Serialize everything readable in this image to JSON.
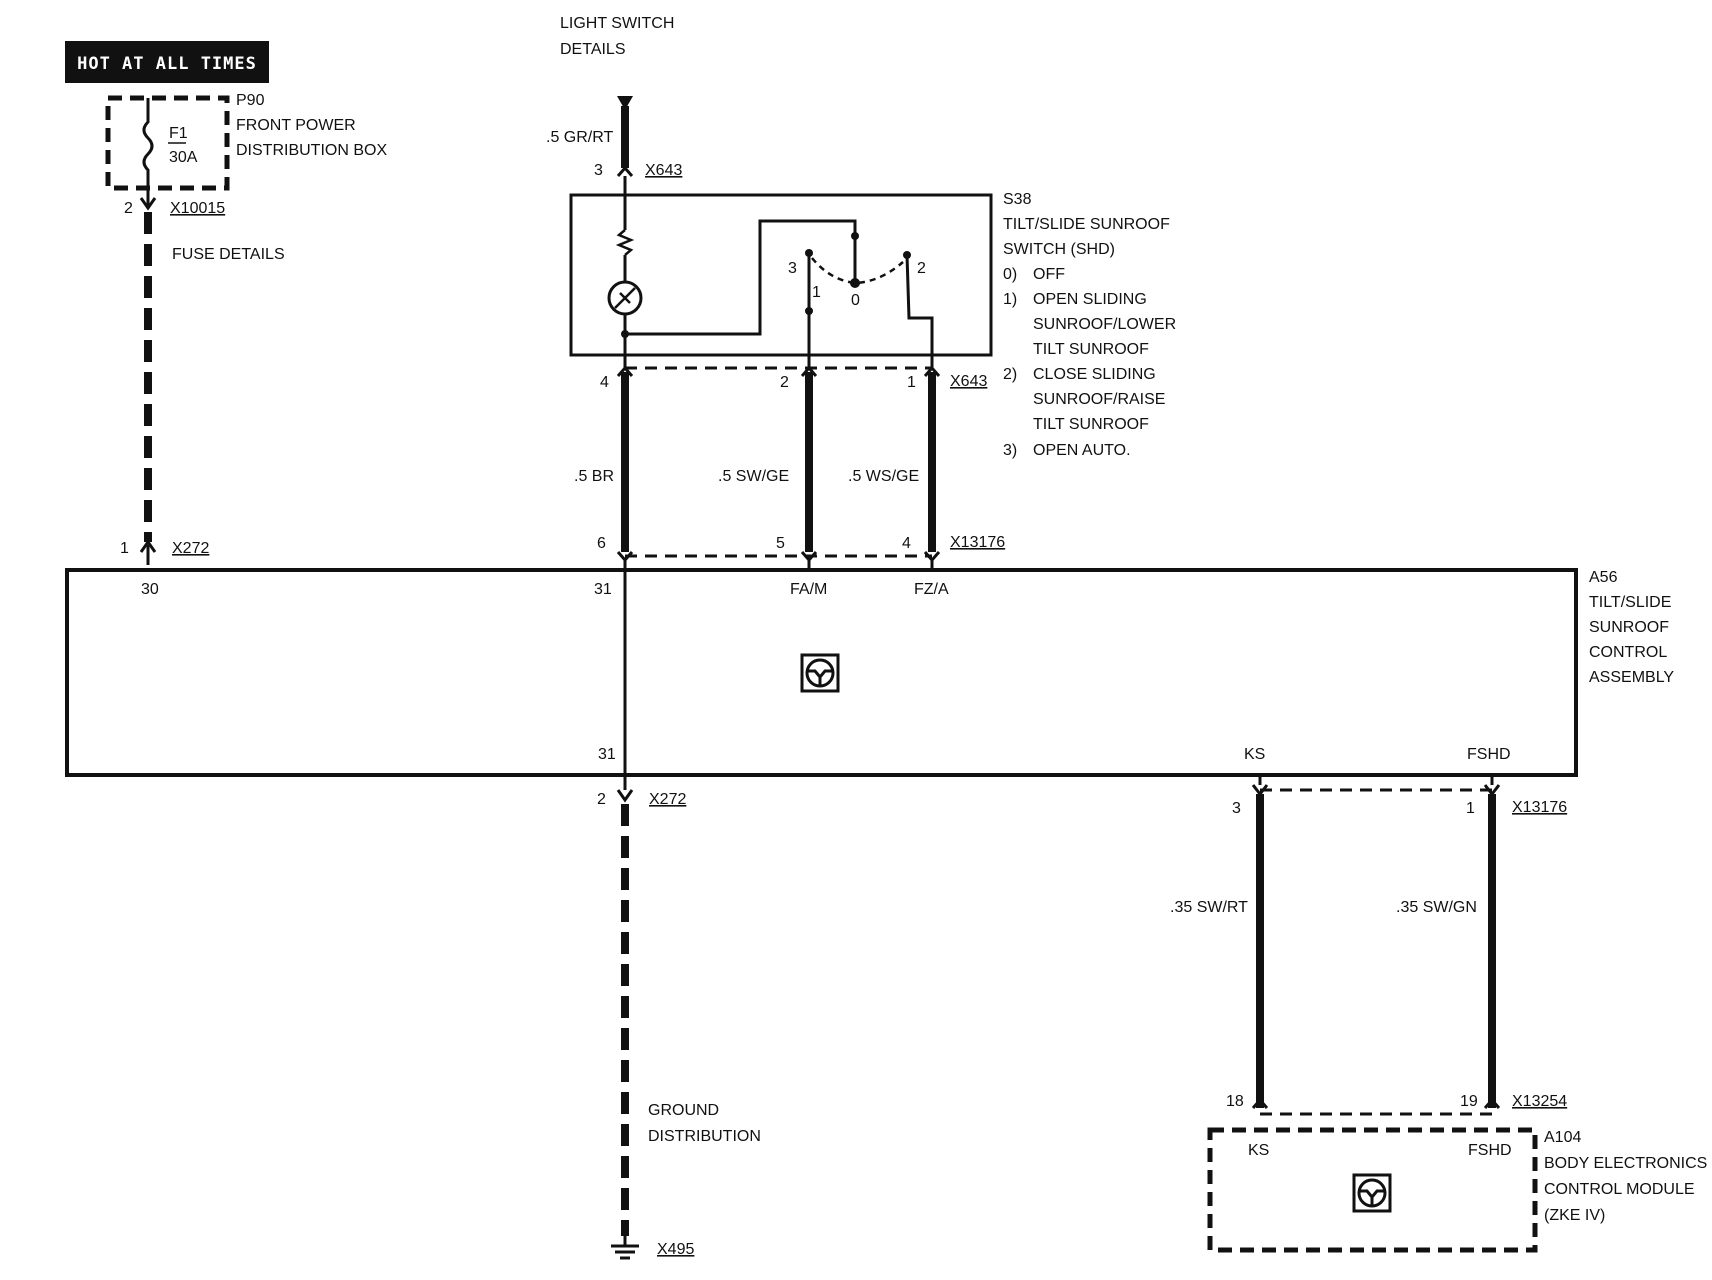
{
  "banner": "HOT AT ALL TIMES",
  "p90": {
    "id": "P90",
    "line1": "FRONT POWER",
    "line2": "DISTRIBUTION BOX",
    "fuse": "F1",
    "rating": "30A"
  },
  "fuse_side": {
    "pin": "2",
    "connector": "X10015",
    "details": "FUSE DETAILS"
  },
  "light_switch": {
    "line1": "LIGHT SWITCH",
    "line2": "DETAILS",
    "wire": ".5 GR/RT",
    "pin": "3",
    "connector": "X643"
  },
  "s38": {
    "id": "S38",
    "title1": "TILT/SLIDE SUNROOF",
    "title2": "SWITCH (SHD)",
    "positions": [
      {
        "num": "0)",
        "lines": [
          "OFF"
        ]
      },
      {
        "num": "1)",
        "lines": [
          "OPEN SLIDING",
          "SUNROOF/LOWER",
          "TILT SUNROOF"
        ]
      },
      {
        "num": "2)",
        "lines": [
          "CLOSE SLIDING",
          "SUNROOF/RAISE",
          "TILT SUNROOF"
        ]
      },
      {
        "num": "3)",
        "lines": [
          "OPEN AUTO."
        ]
      }
    ],
    "switch_labels": {
      "p3": "3",
      "p1": "1",
      "p0": "0",
      "p2": "2"
    },
    "bottom_pins": {
      "a": "4",
      "b": "2",
      "c": "1"
    },
    "bottom_connector": "X643"
  },
  "wires_top": [
    {
      "label": ".5 BR"
    },
    {
      "label": ".5 SW/GE"
    },
    {
      "label": ".5 WS/GE"
    }
  ],
  "module_top_pins": {
    "fuse_pin": "1",
    "fuse_connector": "X272",
    "a": "6",
    "b": "5",
    "c": "4",
    "connector": "X13176"
  },
  "a56": {
    "id": "A56",
    "lines": [
      "TILT/SLIDE",
      "SUNROOF",
      "CONTROL",
      "ASSEMBLY"
    ],
    "terms_top": {
      "t30": "30",
      "t31": "31",
      "fam": "FA/M",
      "fza": "FZ/A"
    },
    "terms_bottom": {
      "t31": "31",
      "ks": "KS",
      "fshd": "FSHD"
    }
  },
  "ground": {
    "pin": "2",
    "connector": "X272",
    "line1": "GROUND",
    "line2": "DISTRIBUTION",
    "ground_id": "X495"
  },
  "lower_wires": {
    "ks_pin": "3",
    "fshd_pin": "1",
    "connector": "X13176",
    "ks_wire": ".35 SW/RT",
    "fshd_wire": ".35 SW/GN",
    "ks_bottom_pin": "18",
    "fshd_bottom_pin": "19",
    "bottom_connector": "X13254"
  },
  "a104": {
    "id": "A104",
    "lines": [
      "BODY ELECTRONICS",
      "CONTROL MODULE",
      "(ZKE IV)"
    ],
    "ks": "KS",
    "fshd": "FSHD"
  }
}
